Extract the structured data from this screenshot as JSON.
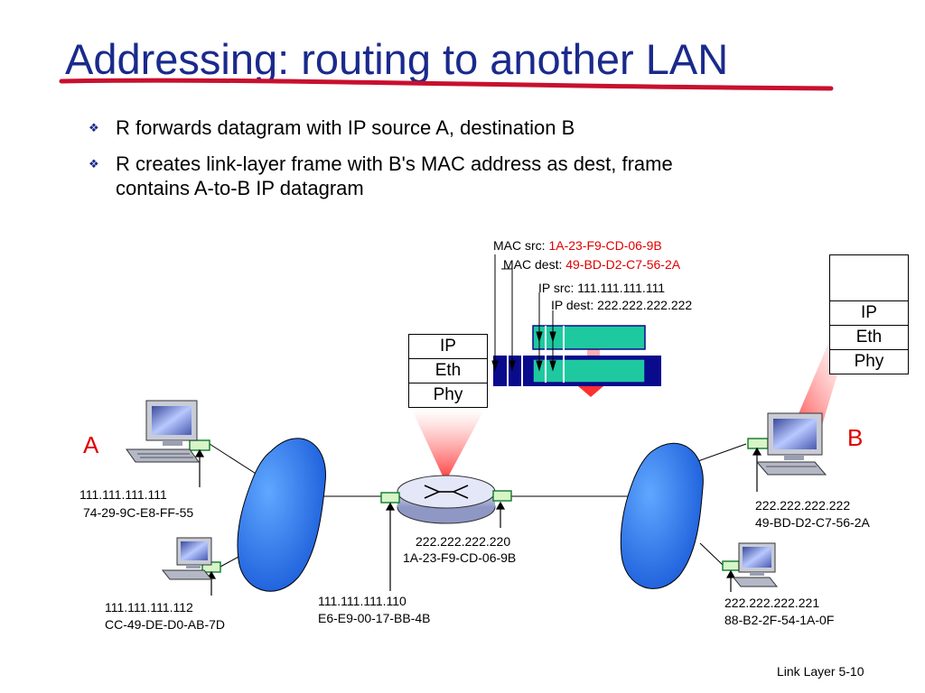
{
  "title": "Addressing: routing to another LAN",
  "bullets": [
    "R forwards datagram with IP source A, destination B",
    "R creates link-layer frame with B's MAC address as dest, frame",
    "contains A-to-B IP datagram"
  ],
  "frame": {
    "mac_src_label": "MAC src:",
    "mac_src_value": "1A-23-F9-CD-06-9B",
    "mac_dest_label": "MAC dest:",
    "mac_dest_value": "49-BD-D2-C7-56-2A",
    "ip_src": "IP src: 111.111.111.111",
    "ip_dest": "IP dest: 222.222.222.222"
  },
  "router_stack": [
    "IP",
    "Eth",
    "Phy"
  ],
  "b_stack": [
    "IP",
    "Eth",
    "Phy"
  ],
  "host_a": {
    "letter": "A",
    "ip": "111.111.111.111",
    "mac": "74-29-9C-E8-FF-55"
  },
  "host_a2": {
    "ip": "111.111.111.112",
    "mac": "CC-49-DE-D0-AB-7D"
  },
  "router_left": {
    "ip": "111.111.111.110",
    "mac": "E6-E9-00-17-BB-4B"
  },
  "router_right": {
    "ip": "222.222.222.220",
    "mac": "1A-23-F9-CD-06-9B"
  },
  "host_b": {
    "letter": "B",
    "ip": "222.222.222.222",
    "mac": "49-BD-D2-C7-56-2A"
  },
  "host_b2": {
    "ip": "222.222.222.221",
    "mac": "88-B2-2F-54-1A-0F"
  },
  "footer": "Link Layer  5-10",
  "colors": {
    "title": "#1a2a8c",
    "accent_red": "#e00000",
    "frame_blue": "#0a0a8c",
    "frame_teal": "#1fc9a0",
    "cloud_blue": "#1a6ee8"
  },
  "icons": [
    "computer-icon",
    "router-icon",
    "network-cloud-icon",
    "interface-icon"
  ]
}
